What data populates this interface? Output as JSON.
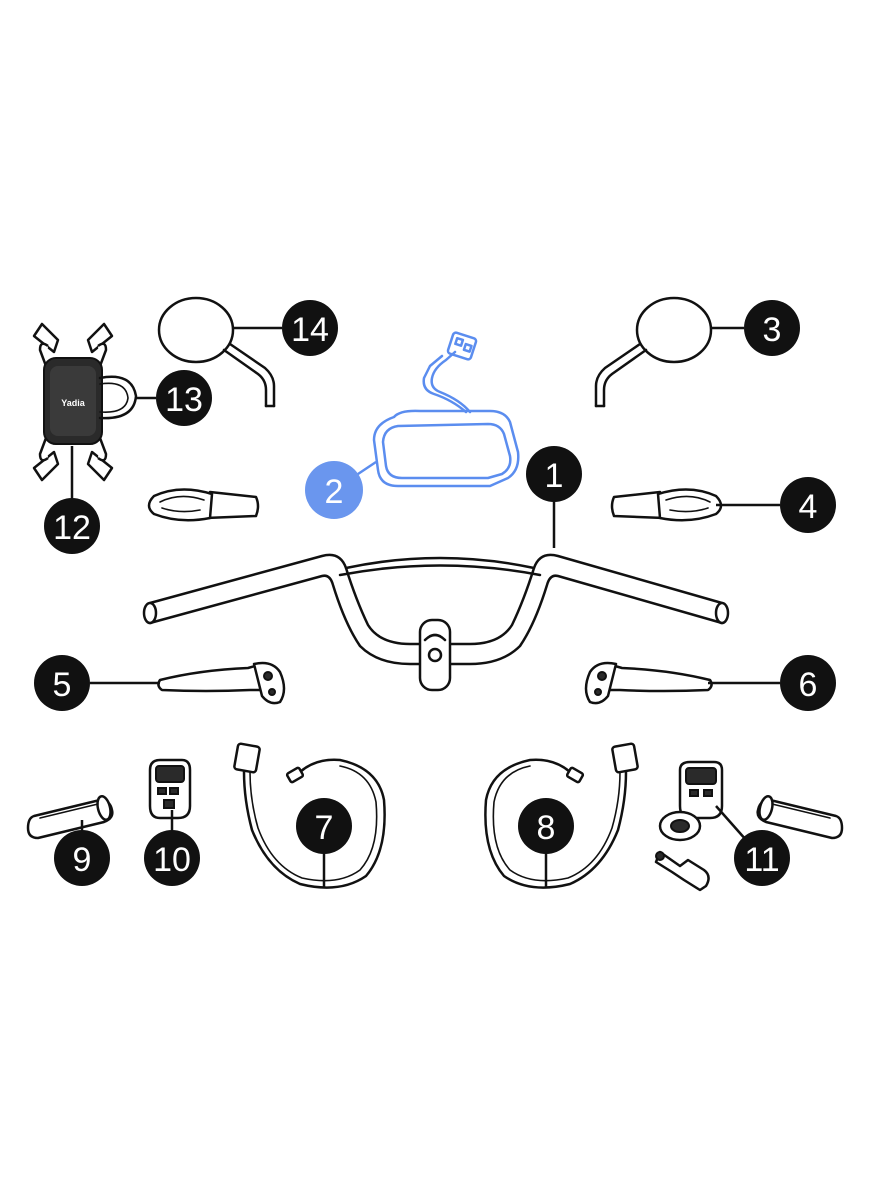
{
  "colors": {
    "line": "#111111",
    "callout": "#111111",
    "callout_highlight": "#6a96ee",
    "highlight_part": "#5b8def",
    "background": "#ffffff"
  },
  "phone_holder_brand": "Yadia",
  "callouts": [
    {
      "id": "1",
      "label": "1",
      "part": "handlebar",
      "highlighted": false
    },
    {
      "id": "2",
      "label": "2",
      "part": "display-wiring-harness",
      "highlighted": true
    },
    {
      "id": "3",
      "label": "3",
      "part": "right-mirror",
      "highlighted": false
    },
    {
      "id": "4",
      "label": "4",
      "part": "right-turn-signal",
      "highlighted": false
    },
    {
      "id": "5",
      "label": "5",
      "part": "left-brake-lever",
      "highlighted": false
    },
    {
      "id": "6",
      "label": "6",
      "part": "right-brake-lever",
      "highlighted": false
    },
    {
      "id": "7",
      "label": "7",
      "part": "left-brake-cable",
      "highlighted": false
    },
    {
      "id": "8",
      "label": "8",
      "part": "right-brake-cable",
      "highlighted": false
    },
    {
      "id": "9",
      "label": "9",
      "part": "left-grip",
      "highlighted": false
    },
    {
      "id": "10",
      "label": "10",
      "part": "left-switch",
      "highlighted": false
    },
    {
      "id": "11",
      "label": "11",
      "part": "right-switch-ignition",
      "highlighted": false
    },
    {
      "id": "12",
      "label": "12",
      "part": "phone-holder",
      "highlighted": false
    },
    {
      "id": "13",
      "label": "13",
      "part": "phone-holder-strap",
      "highlighted": false
    },
    {
      "id": "14",
      "label": "14",
      "part": "left-mirror",
      "highlighted": false
    }
  ]
}
